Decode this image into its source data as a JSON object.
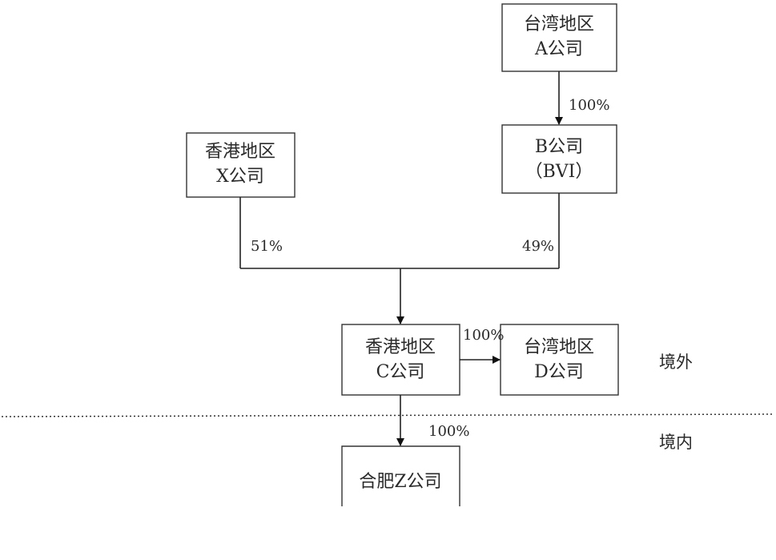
{
  "nodes": {
    "a": {
      "line1": "台湾地区",
      "line2": "A公司"
    },
    "b": {
      "line1": "B公司",
      "line2": "（BVI）"
    },
    "x": {
      "line1": "香港地区",
      "line2": "X公司"
    },
    "c": {
      "line1": "香港地区",
      "line2": "C公司"
    },
    "d": {
      "line1": "台湾地区",
      "line2": "D公司"
    },
    "z": {
      "line1": "合肥Z公司"
    }
  },
  "edges": {
    "a_to_b": "100%",
    "x_to_c": "51%",
    "b_to_c": "49%",
    "c_to_d": "100%",
    "c_to_z": "100%"
  },
  "zones": {
    "outside": "境外",
    "inside": "境内"
  }
}
